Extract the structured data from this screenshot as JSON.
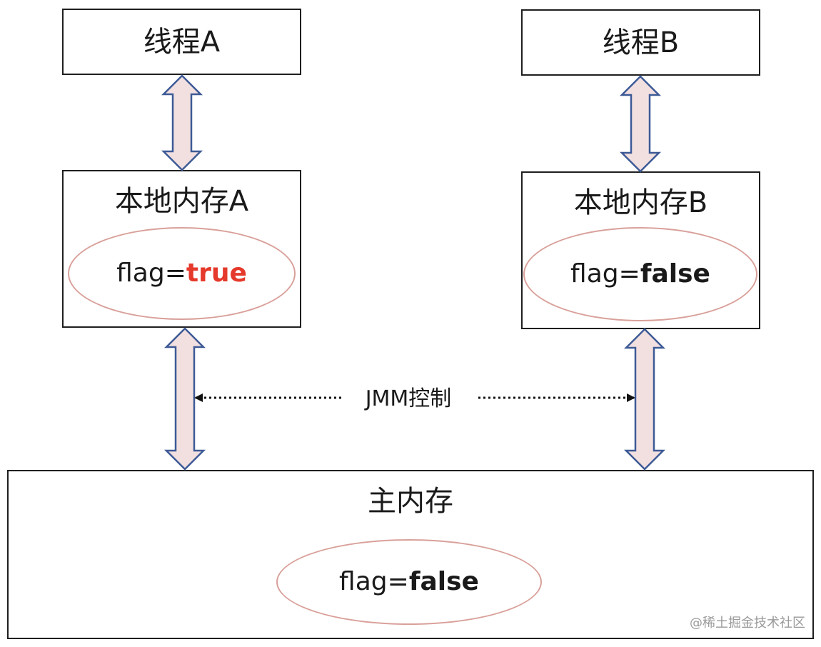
{
  "thread_a": {
    "title": "线程A"
  },
  "thread_b": {
    "title": "线程B"
  },
  "local_memory_a": {
    "title": "本地内存A",
    "var_name": "flag=",
    "var_value": "true"
  },
  "local_memory_b": {
    "title": "本地内存B",
    "var_name": "flag=",
    "var_value": "false"
  },
  "main_memory": {
    "title": "主内存",
    "var_name": "flag=",
    "var_value": "false"
  },
  "jmm_label": "JMM控制",
  "watermark": "@稀土掘金技术社区",
  "colors": {
    "arrow_fill": "#f2e0e0",
    "arrow_stroke": "#3d5a96",
    "ellipse_stroke": "#d9a09a",
    "true_value": "#e5392b",
    "box_border": "#1f1f1f"
  }
}
